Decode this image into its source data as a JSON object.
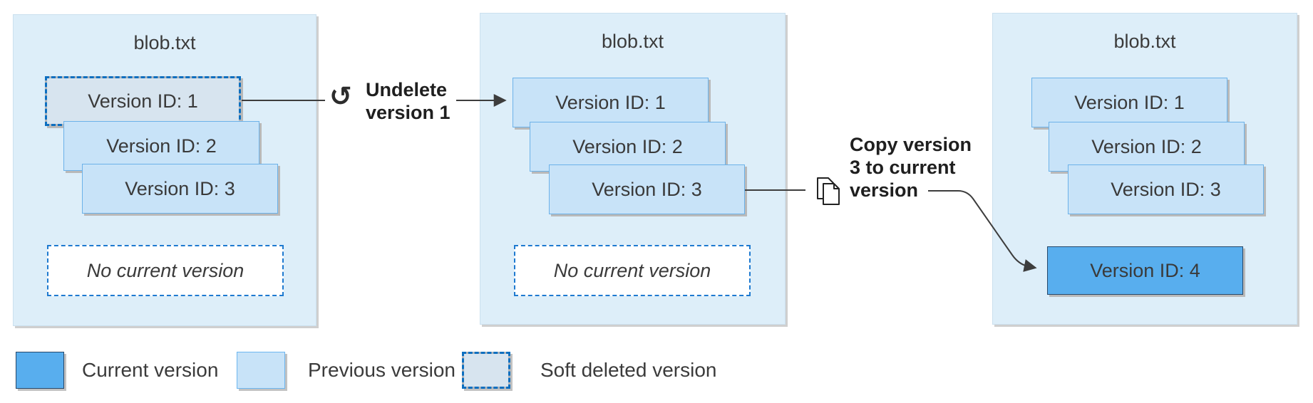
{
  "panels": [
    {
      "title": "blob.txt",
      "versions": [
        {
          "label": "Version ID: 1",
          "state": "soft-deleted"
        },
        {
          "label": "Version ID: 2",
          "state": "previous"
        },
        {
          "label": "Version ID: 3",
          "state": "previous"
        }
      ],
      "current_slot": "No current version"
    },
    {
      "title": "blob.txt",
      "versions": [
        {
          "label": "Version ID: 1",
          "state": "previous"
        },
        {
          "label": "Version ID: 2",
          "state": "previous"
        },
        {
          "label": "Version ID: 3",
          "state": "previous"
        }
      ],
      "current_slot": "No current version"
    },
    {
      "title": "blob.txt",
      "versions": [
        {
          "label": "Version ID: 1",
          "state": "previous"
        },
        {
          "label": "Version ID: 2",
          "state": "previous"
        },
        {
          "label": "Version ID: 3",
          "state": "previous"
        },
        {
          "label": "Version ID: 4",
          "state": "current"
        }
      ]
    }
  ],
  "actions": [
    {
      "icon": "undo-icon",
      "glyph": "↺",
      "label": "Undelete version 1",
      "lines": [
        "Undelete",
        "version 1"
      ]
    },
    {
      "icon": "copy-icon",
      "label": "Copy version 3 to current version",
      "lines": [
        "Copy version",
        "3 to current",
        "version"
      ]
    }
  ],
  "legend": {
    "items": [
      {
        "label": "Current version",
        "swatch": "current",
        "color": "#58aeee"
      },
      {
        "label": "Previous version",
        "swatch": "previous",
        "color": "#c8e3f8"
      },
      {
        "label": "Soft deleted version",
        "swatch": "soft-deleted",
        "color": "#d7e4ef"
      }
    ]
  },
  "colors": {
    "panel_bg": "#ddeef9",
    "current_version": "#58aeee",
    "previous_version": "#c8e3f8",
    "soft_deleted_fill": "#d7e4ef",
    "dashed_blue": "#0d6fc0",
    "slot_dashed_blue": "#1e7ad0",
    "connector": "#3d3d3d"
  }
}
